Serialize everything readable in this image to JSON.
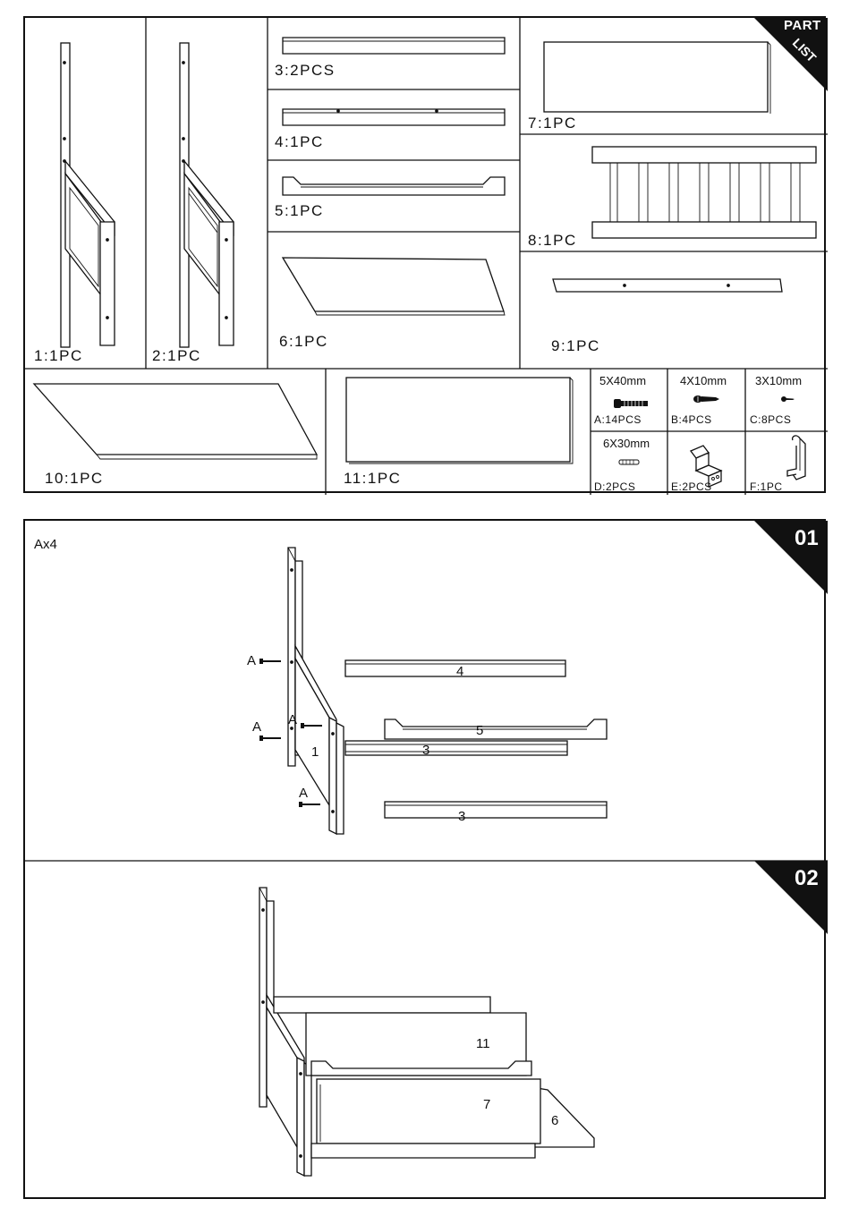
{
  "part_list": {
    "badge_line1": "PART",
    "badge_line2": "LIST",
    "parts": [
      {
        "id": "1",
        "label": "1:1PC"
      },
      {
        "id": "2",
        "label": "2:1PC"
      },
      {
        "id": "3",
        "label": "3:2PCS"
      },
      {
        "id": "4",
        "label": "4:1PC"
      },
      {
        "id": "5",
        "label": "5:1PC"
      },
      {
        "id": "6",
        "label": "6:1PC"
      },
      {
        "id": "7",
        "label": "7:1PC"
      },
      {
        "id": "8",
        "label": "8:1PC"
      },
      {
        "id": "9",
        "label": "9:1PC"
      },
      {
        "id": "10",
        "label": "10:1PC"
      },
      {
        "id": "11",
        "label": "11:1PC"
      }
    ],
    "hardware": [
      {
        "size": "5X40mm",
        "qty": "A:14PCS"
      },
      {
        "size": "4X10mm",
        "qty": "B:4PCS"
      },
      {
        "size": "3X10mm",
        "qty": "C:8PCS"
      },
      {
        "size": "6X30mm",
        "qty": "D:2PCS"
      },
      {
        "size": "",
        "qty": "E:2PCS"
      },
      {
        "size": "",
        "qty": "F:1PC"
      }
    ]
  },
  "step1": {
    "badge": "01",
    "note": "Ax4",
    "callouts": {
      "a": "A",
      "p1": "1",
      "p3": "3",
      "p4": "4",
      "p5": "5"
    }
  },
  "step2": {
    "badge": "02",
    "callouts": {
      "p6": "6",
      "p7": "7",
      "p11": "11"
    }
  }
}
